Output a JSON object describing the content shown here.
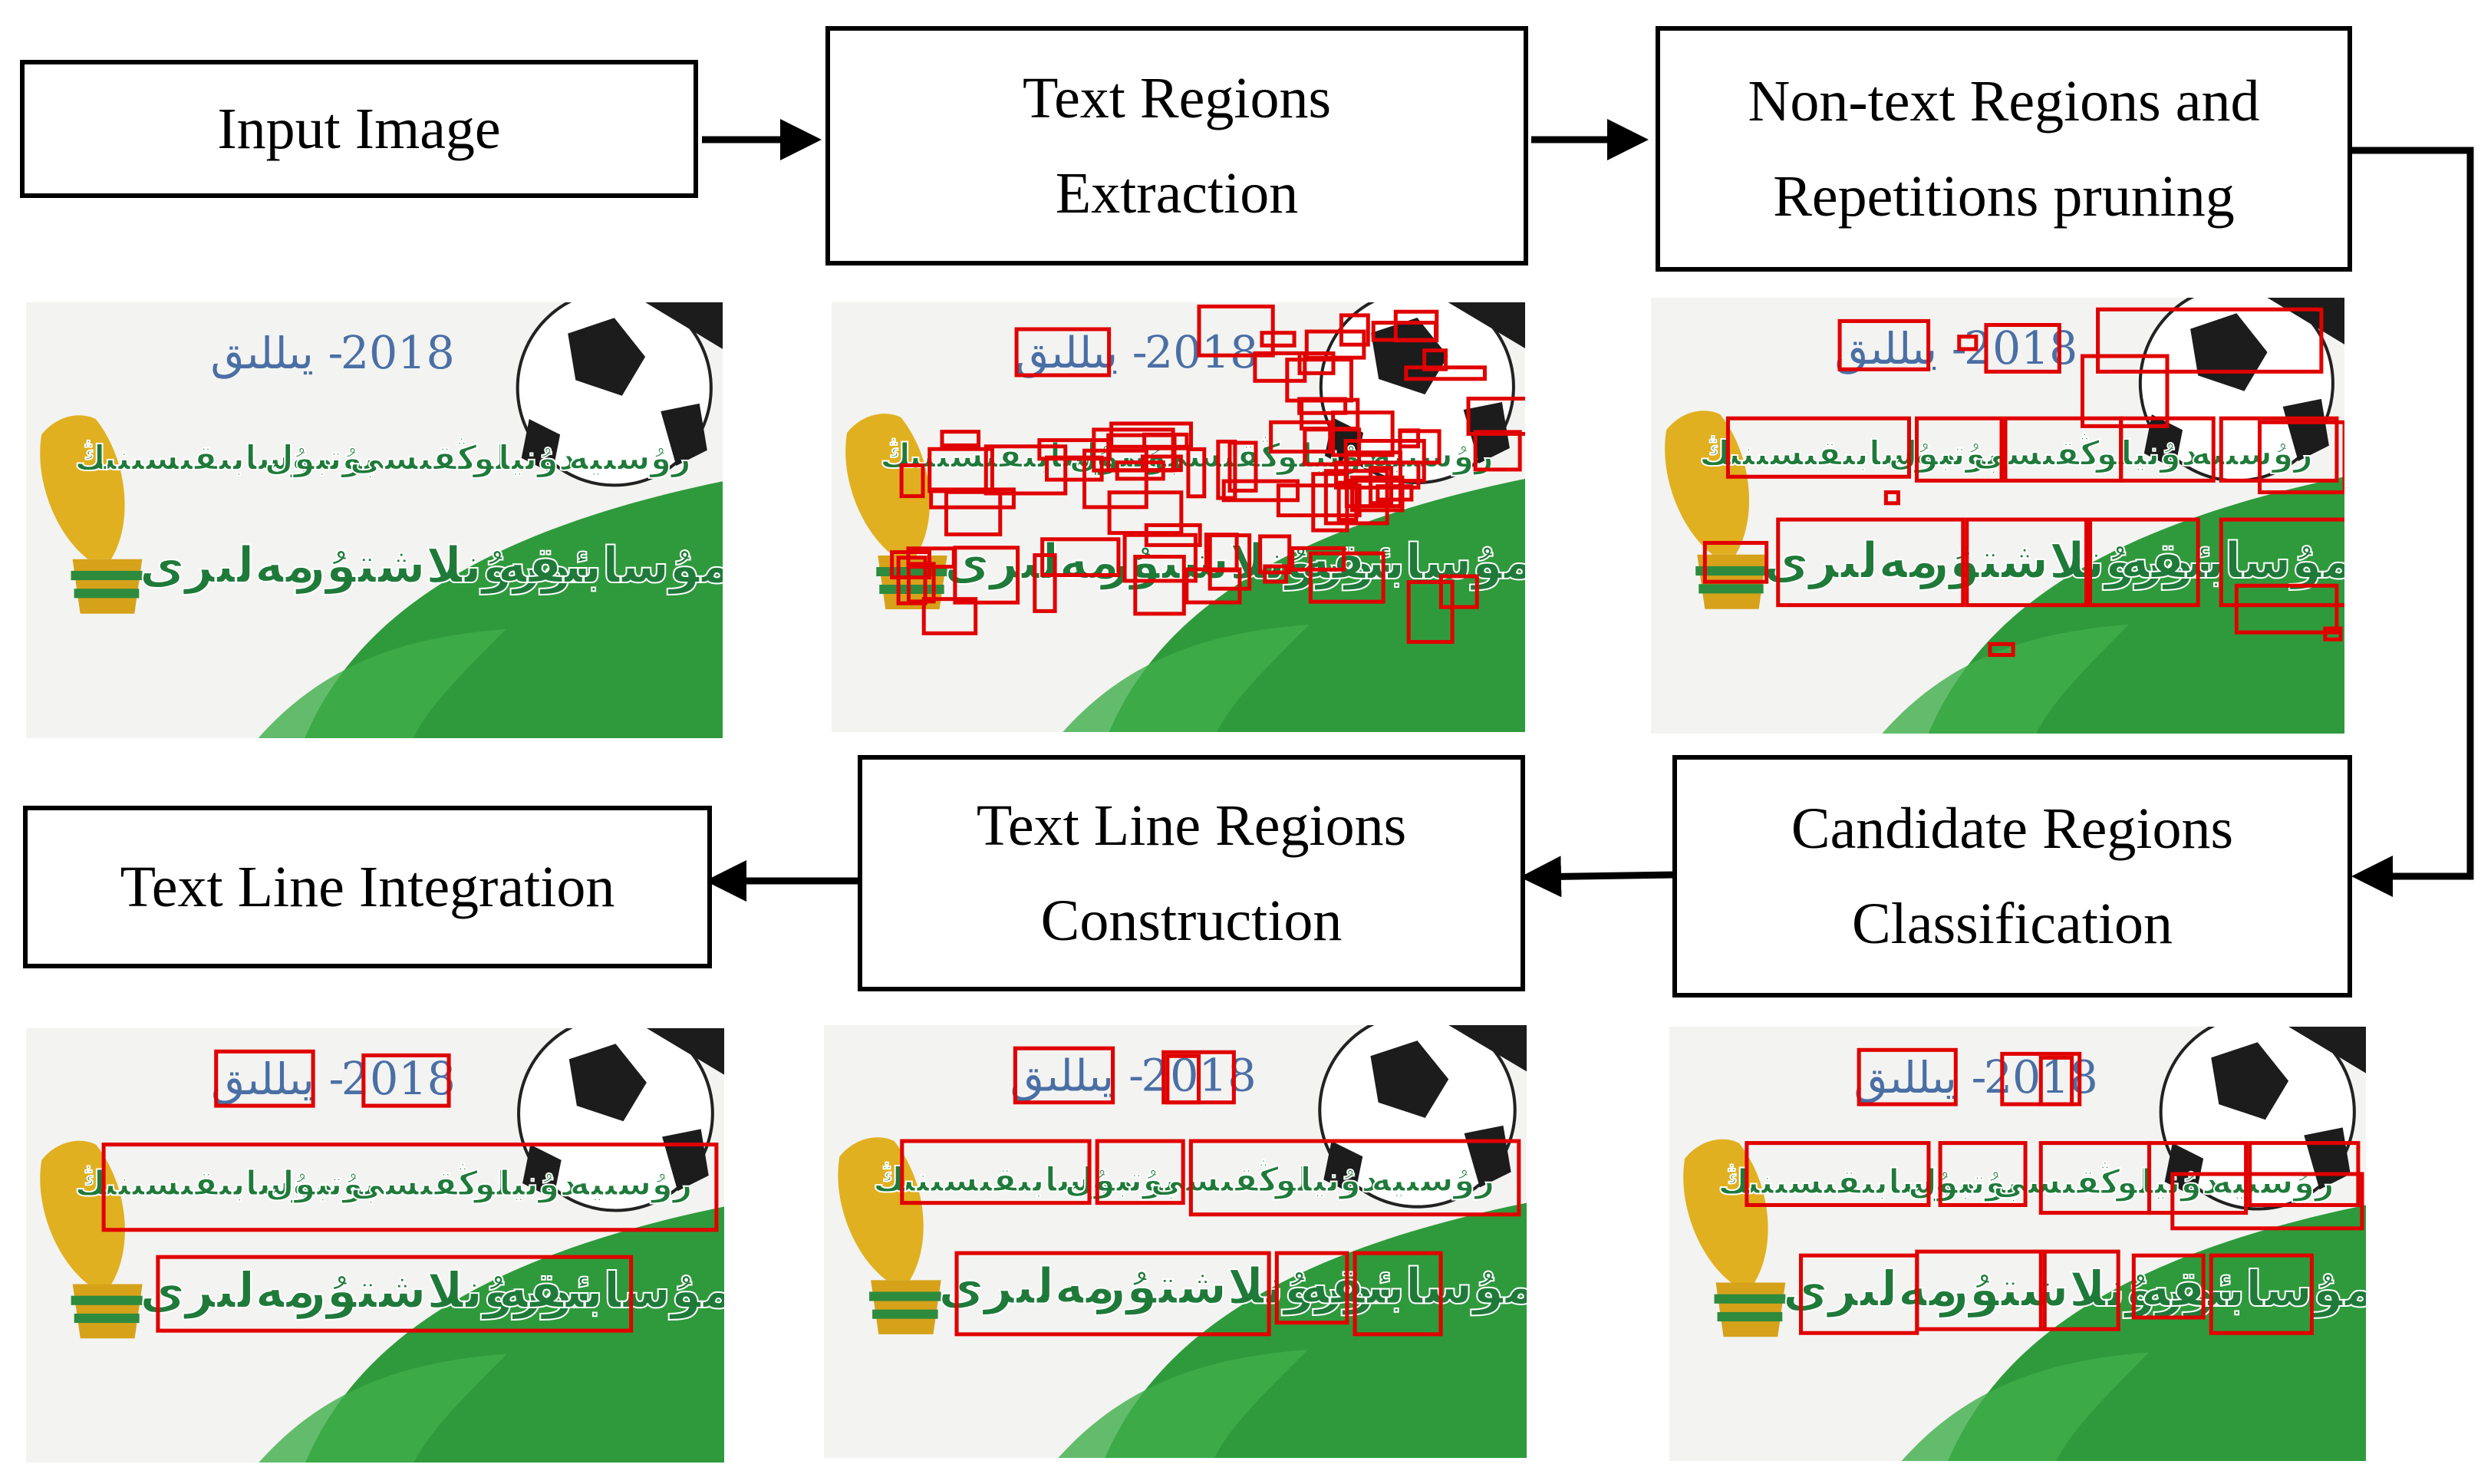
{
  "steps": {
    "input_image": {
      "lines": [
        "Input Image"
      ]
    },
    "text_regions_extraction": {
      "lines": [
        "Text Regions",
        "Extraction"
      ]
    },
    "pruning": {
      "lines": [
        "Non-text Regions and",
        "Repetitions pruning"
      ]
    },
    "candidate_classification": {
      "lines": [
        "Candidate Regions",
        "Classification"
      ]
    },
    "text_line_construction": {
      "lines": [
        "Text Line Regions",
        "Construction"
      ]
    },
    "text_line_integration": {
      "lines": [
        "Text Line Integration"
      ]
    }
  },
  "poster": {
    "year": "2018",
    "dash": "-",
    "top_word": "يىللىق",
    "line1_words": [
      "مۇسابىقىسىنىڭ",
      "پۇتبول",
      "لوڭقىسى",
      "دۇنيا",
      "رۇسىيە"
    ],
    "line2_words": [
      "مەلىرى",
      "ئورۇنلاشتۇر",
      "مۇسابىقە"
    ]
  },
  "colors": {
    "box_border": "#000000",
    "arrow": "#000000",
    "detection_box": "#e00000",
    "poster_text_green": "#1f7a3a",
    "poster_text_blue": "#4a6fa5",
    "grass_green": "#2f9a3c",
    "trophy_gold": "#e0b020"
  }
}
